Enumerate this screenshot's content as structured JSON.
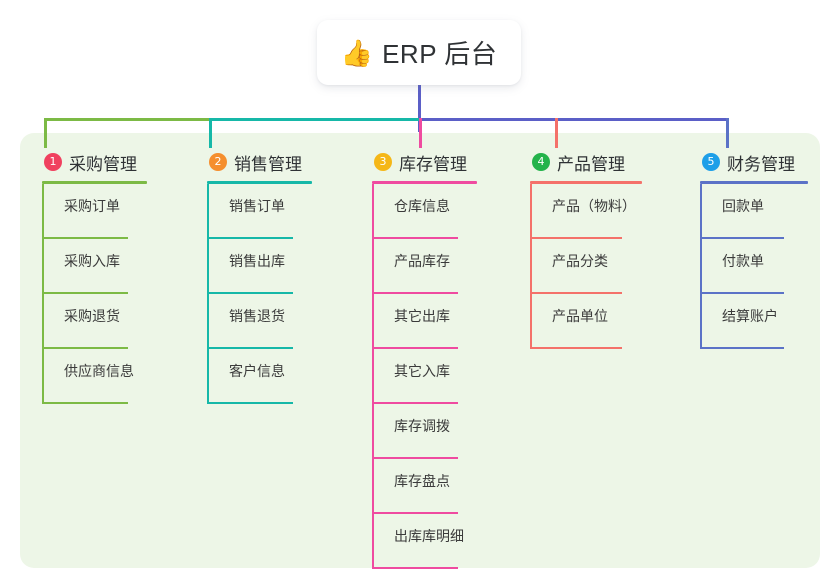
{
  "root": {
    "icon": "thumbs-up-icon",
    "emoji": "👍",
    "title": "ERP 后台"
  },
  "theme": {
    "panel_bg": "#edf6e7",
    "page_bg": "#ffffff",
    "root_trunk": "#5b5fc7",
    "text": "#2f3235"
  },
  "columns": [
    {
      "number": "1",
      "title": "采购管理",
      "badge_color": "#f0415f",
      "line_color": "#7cba45",
      "items": [
        {
          "label": "采购订单"
        },
        {
          "label": "采购入库"
        },
        {
          "label": "采购退货"
        },
        {
          "label": "供应商信息"
        }
      ]
    },
    {
      "number": "2",
      "title": "销售管理",
      "badge_color": "#f58f2e",
      "line_color": "#16b8a8",
      "items": [
        {
          "label": "销售订单"
        },
        {
          "label": "销售出库"
        },
        {
          "label": "销售退货"
        },
        {
          "label": "客户信息"
        }
      ]
    },
    {
      "number": "3",
      "title": "库存管理",
      "badge_color": "#f5b717",
      "line_color": "#ef4ba0",
      "items": [
        {
          "label": "仓库信息"
        },
        {
          "label": "产品库存"
        },
        {
          "label": "其它出库"
        },
        {
          "label": "其它入库"
        },
        {
          "label": "库存调拨"
        },
        {
          "label": "库存盘点"
        },
        {
          "label": "出库库明细"
        }
      ]
    },
    {
      "number": "4",
      "title": "产品管理",
      "badge_color": "#24b34b",
      "line_color": "#f4716a",
      "items": [
        {
          "label": "产品（物料）"
        },
        {
          "label": "产品分类"
        },
        {
          "label": "产品单位"
        }
      ]
    },
    {
      "number": "5",
      "title": "财务管理",
      "badge_color": "#1e9fe8",
      "line_color": "#5b72c7",
      "items": [
        {
          "label": "回款单"
        },
        {
          "label": "付款单"
        },
        {
          "label": "结算账户"
        }
      ]
    }
  ]
}
